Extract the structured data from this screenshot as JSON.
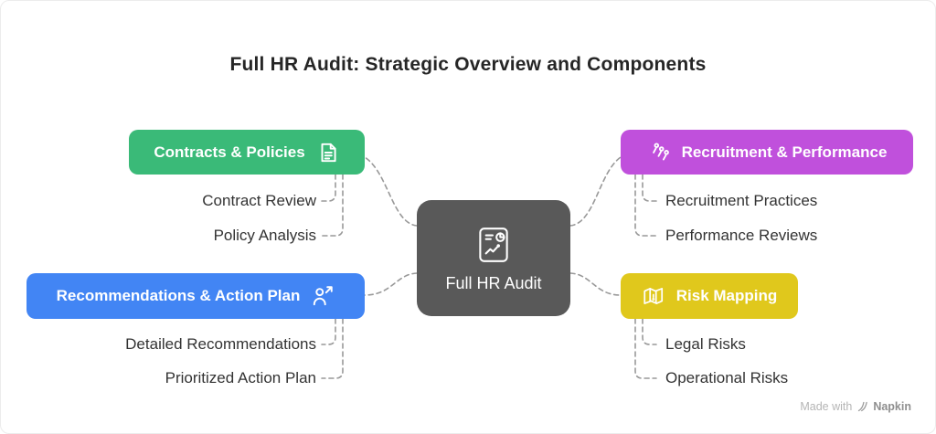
{
  "title": "Full HR Audit: Strategic Overview and Components",
  "center": {
    "label": "Full HR Audit",
    "icon": "audit-report-icon",
    "color": "#595959"
  },
  "branches": [
    {
      "id": "contracts",
      "label": "Contracts & Policies",
      "color": "#3ABA78",
      "icon": "document-icon",
      "items": [
        "Contract Review",
        "Policy Analysis"
      ]
    },
    {
      "id": "recruitment",
      "label": "Recruitment & Performance",
      "color": "#C050DC",
      "icon": "recruitment-performance-icon",
      "items": [
        "Recruitment Practices",
        "Performance Reviews"
      ]
    },
    {
      "id": "recommendations",
      "label": "Recommendations & Action Plan",
      "color": "#4285F4",
      "icon": "person-action-icon",
      "items": [
        "Detailed Recommendations",
        "Prioritized Action Plan"
      ]
    },
    {
      "id": "risk",
      "label": "Risk Mapping",
      "color": "#E0C81C",
      "icon": "risk-map-icon",
      "items": [
        "Legal Risks",
        "Operational Risks"
      ]
    }
  ],
  "connector_color": "#999999",
  "watermark": {
    "prefix": "Made with",
    "brand": "Napkin"
  }
}
